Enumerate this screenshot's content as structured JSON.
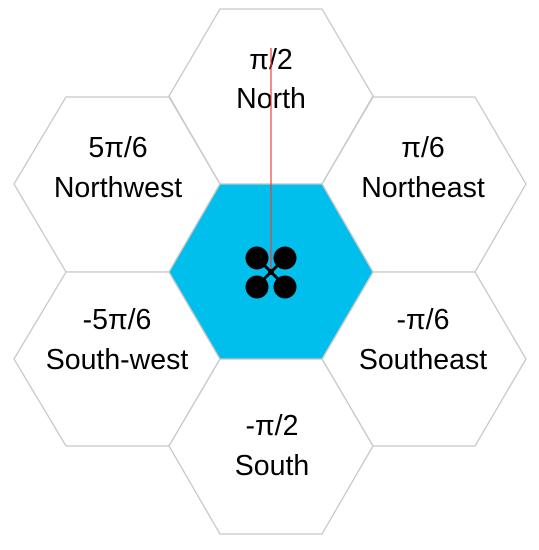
{
  "colors": {
    "background": "#ffffff",
    "hex_stroke": "#c8c8c8",
    "center_fill": "#00bfec",
    "robot": "#000000",
    "heading_line": "#e8413a"
  },
  "center": {
    "name": "center-hex",
    "icon": "quadcopter-icon"
  },
  "hexes": [
    {
      "key": "north",
      "angle": "π/2",
      "direction": "North"
    },
    {
      "key": "northwest",
      "angle": "5π/6",
      "direction": "Northwest"
    },
    {
      "key": "northeast",
      "angle": "π/6",
      "direction": "Northeast"
    },
    {
      "key": "southwest",
      "angle": "-5π/6",
      "direction": "South-west"
    },
    {
      "key": "southeast",
      "angle": "-π/6",
      "direction": "Southeast"
    },
    {
      "key": "south",
      "angle": "-π/2",
      "direction": "South"
    }
  ]
}
